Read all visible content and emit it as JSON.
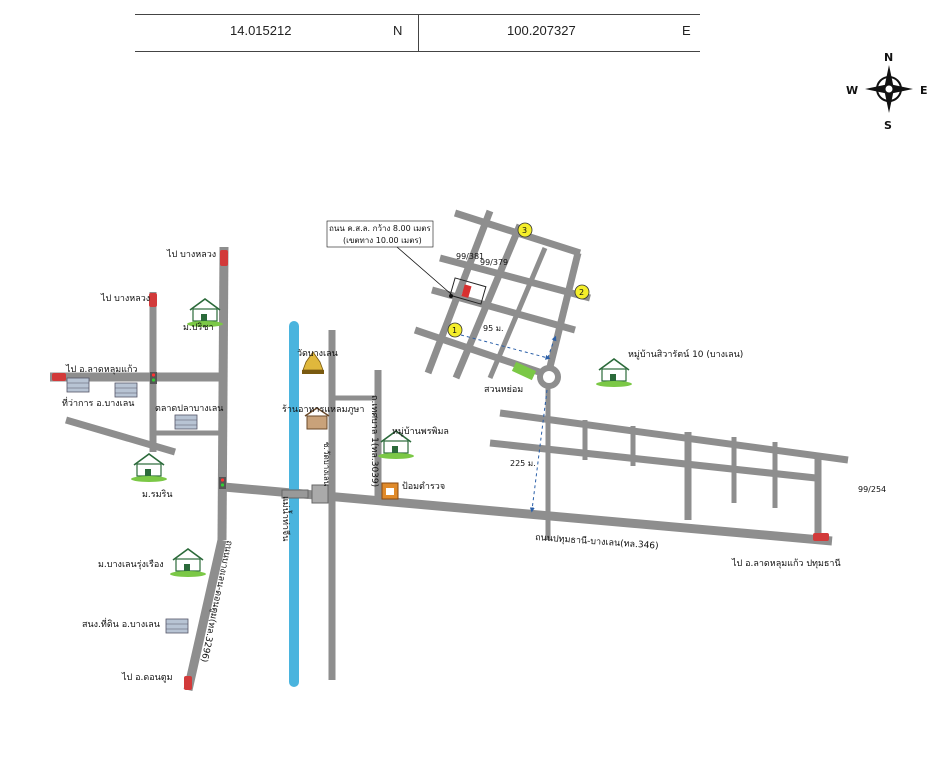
{
  "coordinates": {
    "latitude": "14.015212",
    "lat_hemisphere": "N",
    "longitude": "100.207327",
    "lon_hemisphere": "E"
  },
  "compass": {
    "north": "N",
    "south": "S",
    "east": "E",
    "west": "W"
  },
  "labels": {
    "to_bang_luang_1": "ไป บางหลวง",
    "to_bang_luang_2": "ไป บางหลวง",
    "to_lat_lum_kaeo_1": "ไป อ.ลาดหลุมแก้ว",
    "village_parichat": "ม.ปริชา",
    "district_office_1": "ที่ว่าการ อ.บางเลน",
    "market": "ตลาดปลาบางเลน",
    "village_rumrin": "ม.รมริน",
    "village_bangluang": "ม.บางเลนรุ่งเรือง",
    "police_office": "สนง.ที่ดิน อ.บางเลน",
    "to_don_tum": "ไป อ.ดอนตูม",
    "wat_banglen": "วัดบางเลน",
    "restaurant": "ร้านอาหารแหลมภูษา",
    "river": "แม่น้ำท่าจีน",
    "road_3039": "ถ.เทศบาล 1(ทล.3039)",
    "soi_wat": "ซ.วัดบางเลน",
    "village_pornpimol": "หมู่บ้านพรพิมล",
    "police_station": "ป้อมตำรวจ",
    "road_3296": "ถนนบางเลน-ดอนตูม(ทล.3296)",
    "road_346": "ถนนปทุมธานี-บางเลน(ทล.346)",
    "to_pathum": "ไป อ.ลาดหลุมแก้ว ปทุมธานี",
    "village_siwarat": "หมู่บ้านสิวารัตน์ 10 (บางเลน)",
    "park": "สวนหย่อม",
    "dist_95": "95 ม.",
    "dist_225": "225 ม.",
    "road_width_note_1": "ถนน ค.ส.ล. กว้าง 8.00 เมตร",
    "road_width_note_2": "(เขตทาง 10.00 เมตร)",
    "plot_1": "99/381",
    "plot_2": "99/379",
    "plot_3": "99/254",
    "marker_1": "1",
    "marker_2": "2",
    "marker_3": "3"
  },
  "colors": {
    "road": "#8e8e8e",
    "river": "#4ab4de",
    "marker": "#f4ee2a",
    "target_plot": "#d8302f",
    "park": "#7bc846",
    "arrow": "#d23a3a",
    "route": "#2a5fa8"
  }
}
